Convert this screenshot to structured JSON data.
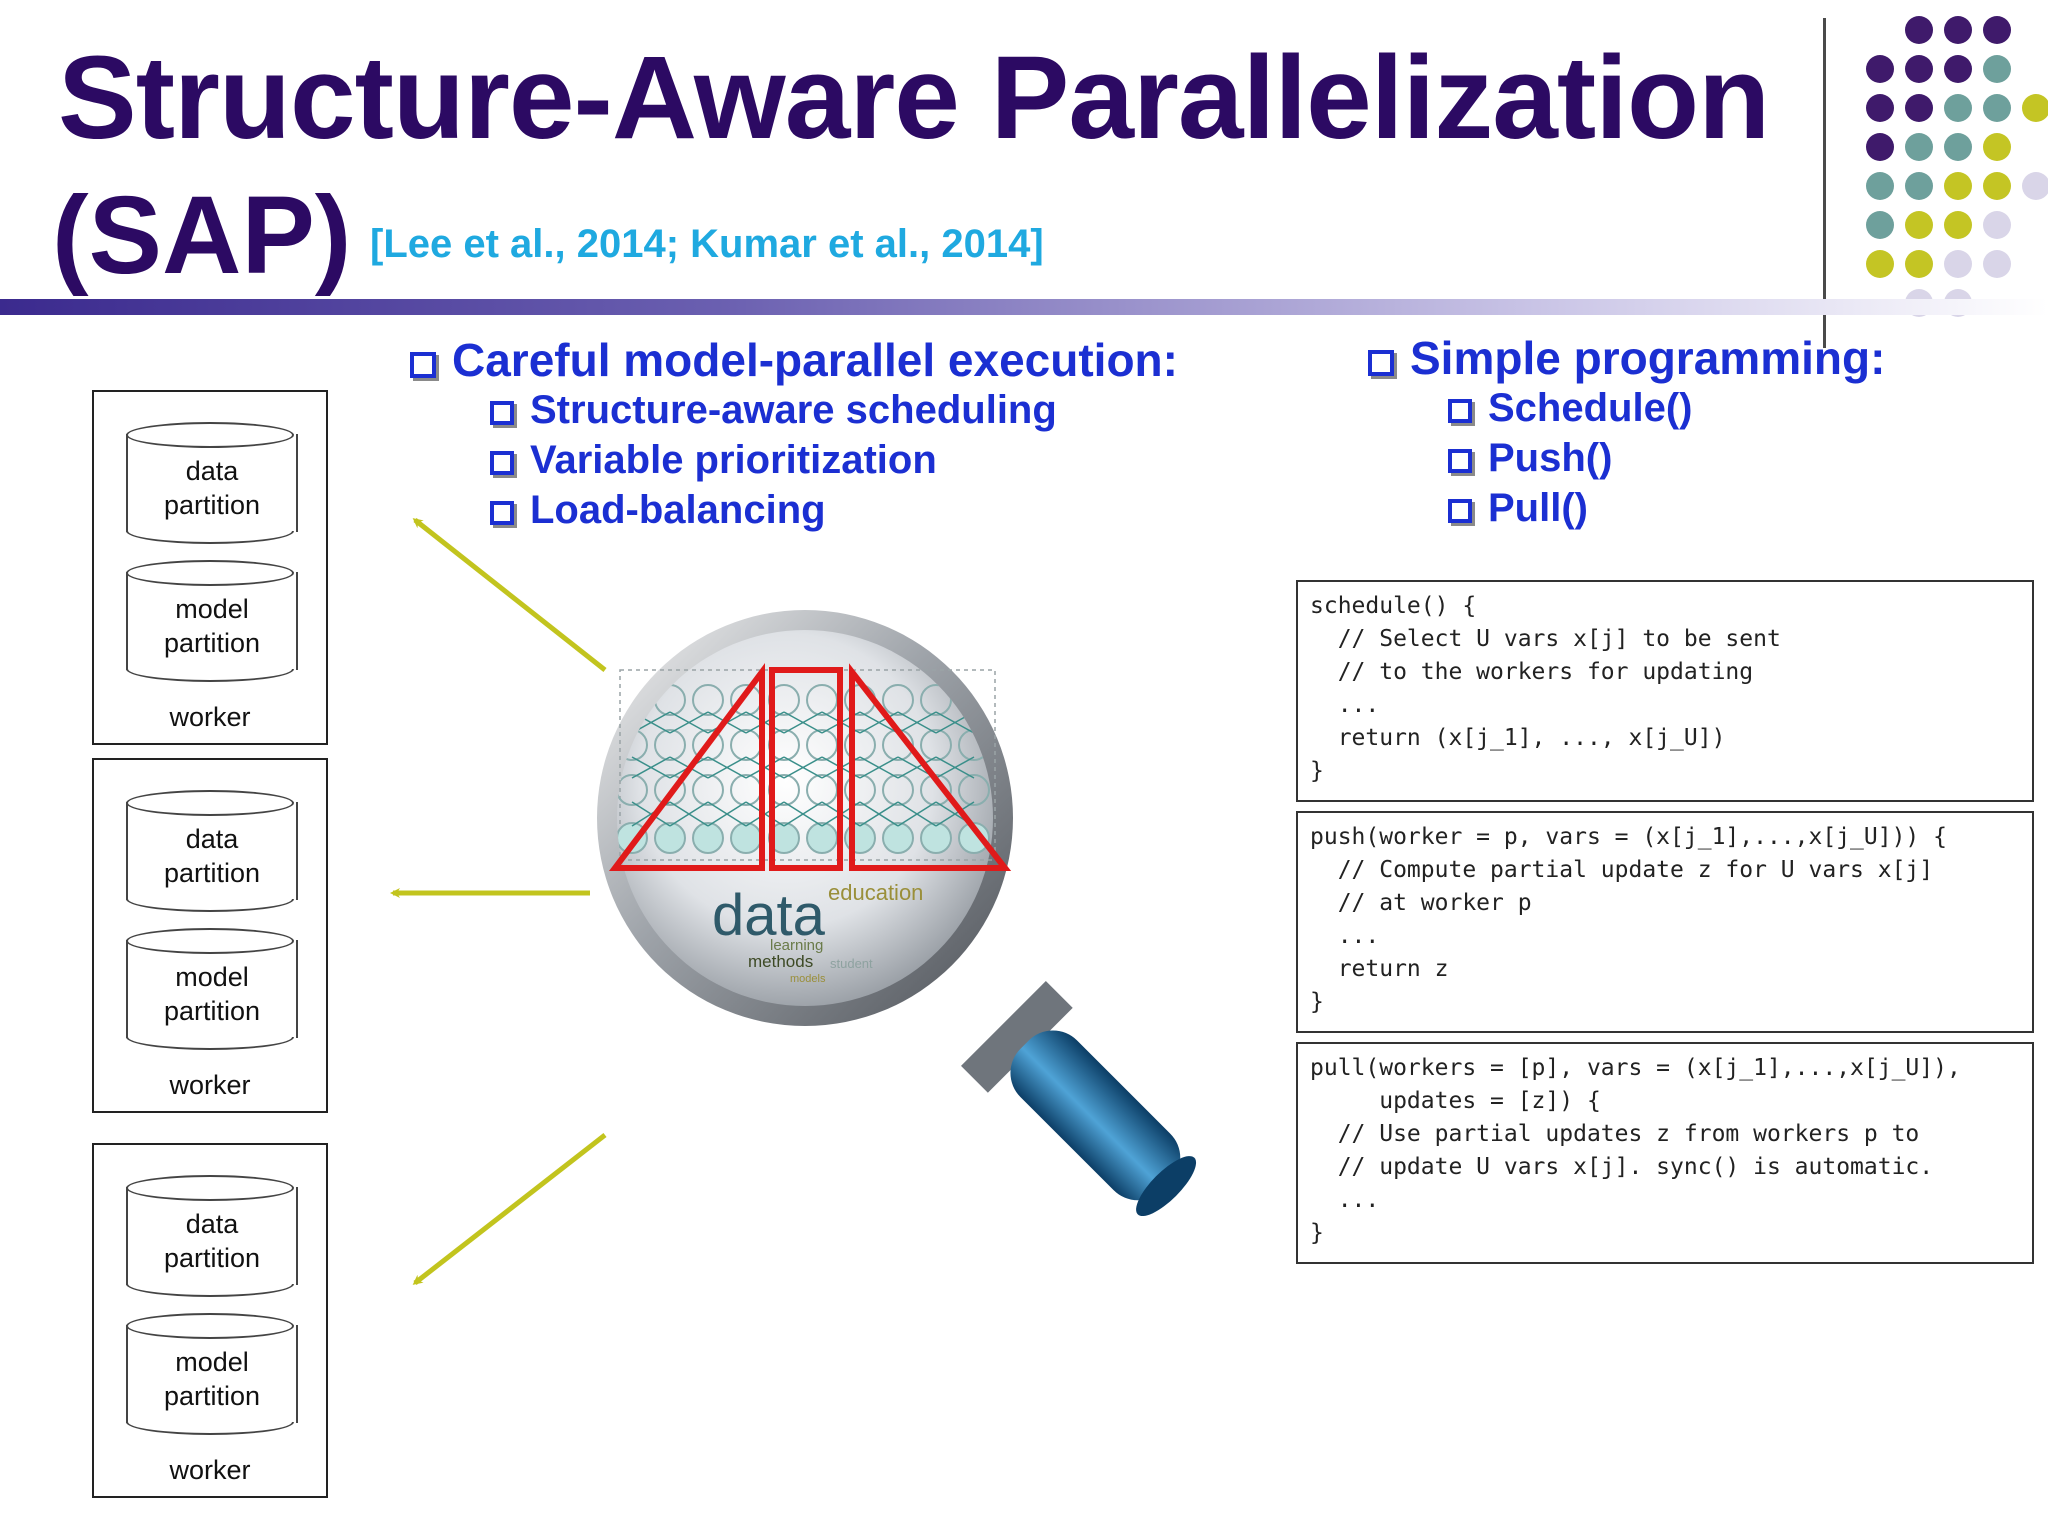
{
  "title": {
    "line1": "Structure-Aware Parallelization",
    "line2": "(SAP)",
    "citation": "[Lee et al., 2014; Kumar et al., 2014]"
  },
  "left_section": {
    "heading": "Careful model-parallel execution:",
    "items": [
      "Structure-aware scheduling",
      "Variable prioritization",
      "Load-balancing"
    ]
  },
  "right_section": {
    "heading": "Simple programming:",
    "items": [
      "Schedule()",
      "Push()",
      "Pull()"
    ]
  },
  "workers": [
    {
      "data_label": "data\npartition",
      "model_label": "model\npartition",
      "label": "worker"
    },
    {
      "data_label": "data\npartition",
      "model_label": "model\npartition",
      "label": "worker"
    },
    {
      "data_label": "data\npartition",
      "model_label": "model\npartition",
      "label": "worker"
    }
  ],
  "magnifier": {
    "words": [
      "data",
      "education",
      "learning",
      "methods",
      "student",
      "models"
    ]
  },
  "code_blocks": [
    "schedule() {\n  // Select U vars x[j] to be sent\n  // to the workers for updating\n  ...\n  return (x[j_1], ..., x[j_U])\n}",
    "push(worker = p, vars = (x[j_1],...,x[j_U])) {\n  // Compute partial update z for U vars x[j]\n  // at worker p\n  ...\n  return z\n}",
    "pull(workers = [p], vars = (x[j_1],...,x[j_U]),\n     updates = [z]) {\n  // Use partial updates z from workers p to\n  // update U vars x[j]. sync() is automatic.\n  ...\n}"
  ],
  "colors": {
    "title": "#2c0a63",
    "citation": "#1fa9e0",
    "heading": "#1b2fd2",
    "arrow": "#c2c41e",
    "partition_outline": "#e01a1a",
    "dot_purple": "#3f1a6b",
    "dot_teal": "#6ea09c",
    "dot_yellow": "#c4c524",
    "dot_lavender": "#d9d5e8"
  }
}
